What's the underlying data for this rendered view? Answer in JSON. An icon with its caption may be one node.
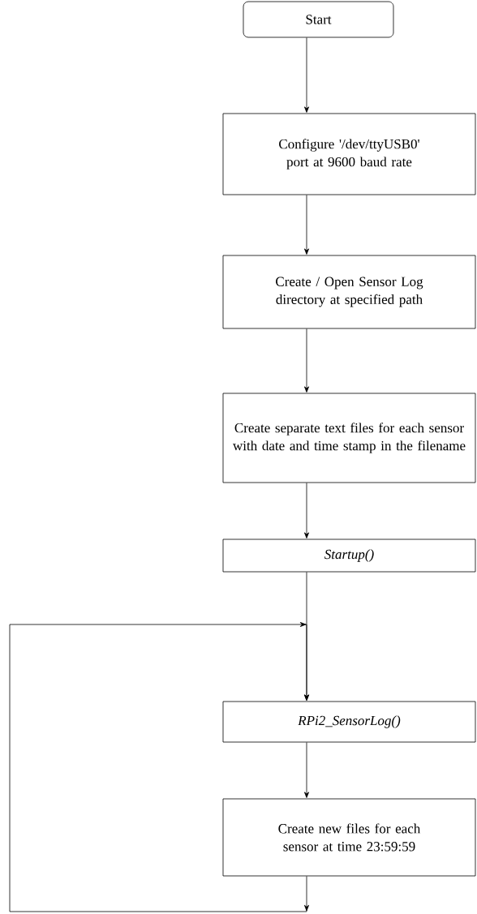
{
  "diagram": {
    "nodes": [
      {
        "text": [
          "Start"
        ]
      },
      {
        "text": [
          "Configure '/dev/ttyUSB0' port at 9600 baud rate"
        ]
      },
      {
        "text": [
          "Create / Open Sensor Log directory at specified path"
        ]
      },
      {
        "text": [
          "Create separate text files for each sensor with date and time stamp in the filename"
        ]
      },
      {
        "text": [
          "Startup()"
        ]
      },
      {
        "text": [
          "RPi2_SensorLog()"
        ]
      },
      {
        "text": [
          "Create new files for each sensor at time 23:59:59"
        ]
      }
    ],
    "edges": [
      {
        "from": 0,
        "to": 1,
        "arrow": "to"
      },
      {
        "from": 1,
        "to": 2,
        "arrow": "to"
      },
      {
        "from": 2,
        "to": 3,
        "arrow": "to"
      },
      {
        "from": 3,
        "to": 4,
        "arrow": "to"
      },
      {
        "from": 4,
        "to": 5,
        "arrow": "to"
      },
      {
        "from": 5,
        "to": 6,
        "arrow": "to"
      },
      {
        "from": 6,
        "to": 5,
        "arrow": "to"
      }
    ]
  }
}
